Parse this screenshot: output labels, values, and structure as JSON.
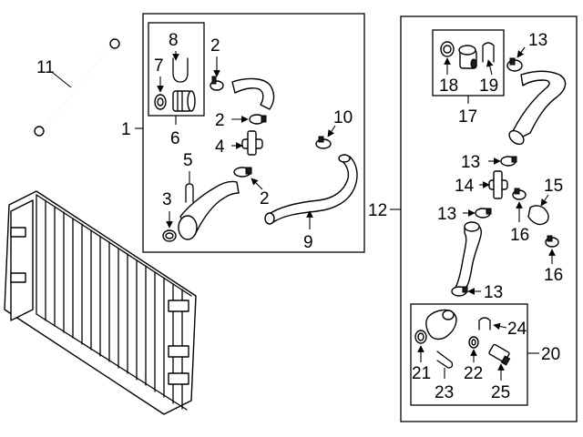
{
  "callouts": {
    "c1": "1",
    "c2a": "2",
    "c2b": "2",
    "c2c": "2",
    "c3": "3",
    "c4": "4",
    "c5": "5",
    "c6": "6",
    "c7": "7",
    "c8": "8",
    "c9": "9",
    "c10": "10",
    "c11": "11",
    "c12": "12",
    "c13a": "13",
    "c13b": "13",
    "c13c": "13",
    "c13d": "13",
    "c14": "14",
    "c15": "15",
    "c16a": "16",
    "c16b": "16",
    "c17": "17",
    "c18": "18",
    "c19": "19",
    "c20": "20",
    "c21": "21",
    "c22": "22",
    "c23": "23",
    "c24": "24",
    "c25": "25"
  },
  "colors": {
    "stroke": "#000000",
    "background": "#ffffff"
  }
}
